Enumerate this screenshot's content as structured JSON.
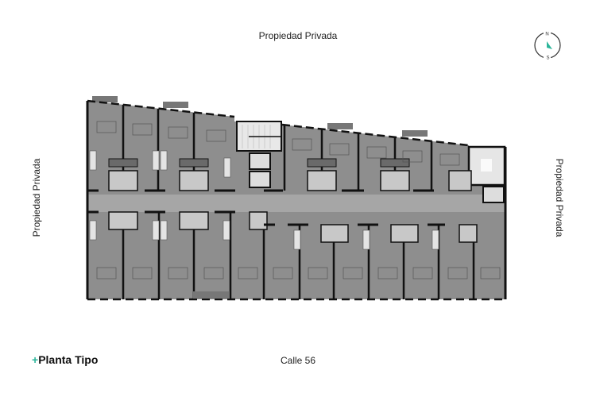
{
  "title": {
    "prefix": "+",
    "text": "Planta Tipo"
  },
  "boundaries": {
    "top": "Propiedad Privada",
    "left": "Propiedad Privada",
    "right": "Propiedad Privada",
    "bottom": "Calle 56"
  },
  "compass": {
    "north": "N",
    "south": "S",
    "accent_color": "#2bb59a"
  },
  "floor_plan": {
    "description": "Typical floor plan with two rows of units along a central corridor, staircases and elevators",
    "units_top_row": 9,
    "units_bottom_row": 11,
    "elevators": 3,
    "staircases": 2
  },
  "colors": {
    "accent": "#2bb59a",
    "plan_fill": "#8e8e8e",
    "wall": "#111111"
  }
}
